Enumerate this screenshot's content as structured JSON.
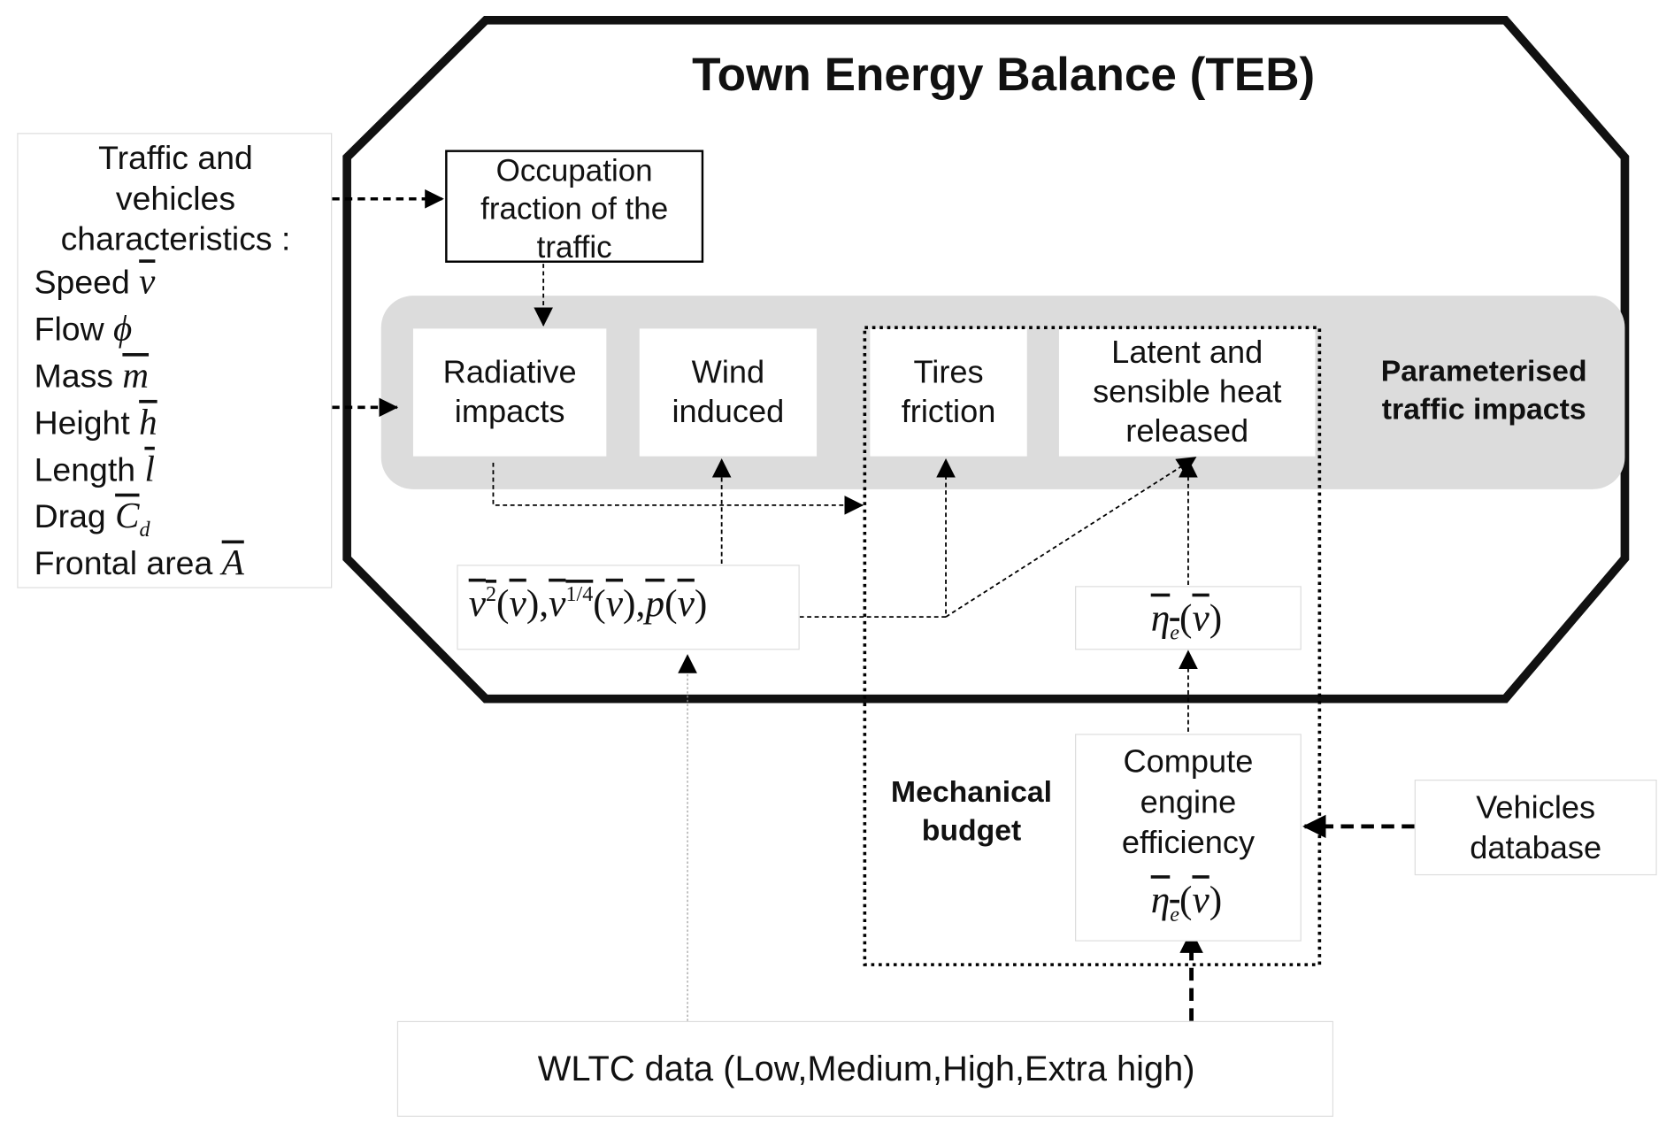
{
  "title": "Town Energy Balance (TEB)",
  "inputs": {
    "heading": [
      "Traffic and",
      "vehicles",
      "characteristics :"
    ],
    "items": [
      {
        "label": "Speed",
        "symbol": "v",
        "subscript": ""
      },
      {
        "label": "Flow",
        "symbol": "ϕ",
        "subscript": ""
      },
      {
        "label": "Mass",
        "symbol": "m",
        "subscript": ""
      },
      {
        "label": "Height",
        "symbol": "h",
        "subscript": ""
      },
      {
        "label": "Length",
        "symbol": "l",
        "subscript": ""
      },
      {
        "label": "Drag",
        "symbol": "C",
        "subscript": "d"
      },
      {
        "label": "Frontal area",
        "symbol": "A",
        "subscript": ""
      }
    ]
  },
  "occupation": [
    "Occupation",
    "fraction of the",
    "traffic"
  ],
  "impacts": {
    "radiative": [
      "Radiative",
      "impacts"
    ],
    "wind": [
      "Wind",
      "induced"
    ],
    "tires": [
      "Tires",
      "friction"
    ],
    "latent": [
      "Latent and",
      "sensible heat",
      "released"
    ],
    "group_label": [
      "Parameterised",
      "traffic impacts"
    ]
  },
  "formula": {
    "v": "v",
    "sq": "2",
    "quarter": "1/4",
    "p": "p",
    "sep": ","
  },
  "eta": {
    "symbol": "η",
    "sub": "e",
    "arg": "v"
  },
  "mechanical_budget": [
    "Mechanical",
    "budget"
  ],
  "compute": [
    "Compute",
    "engine",
    "efficiency"
  ],
  "vehicles_db": [
    "Vehicles",
    "database"
  ],
  "wltc": "WLTC data (Low,Medium,High,Extra high)"
}
